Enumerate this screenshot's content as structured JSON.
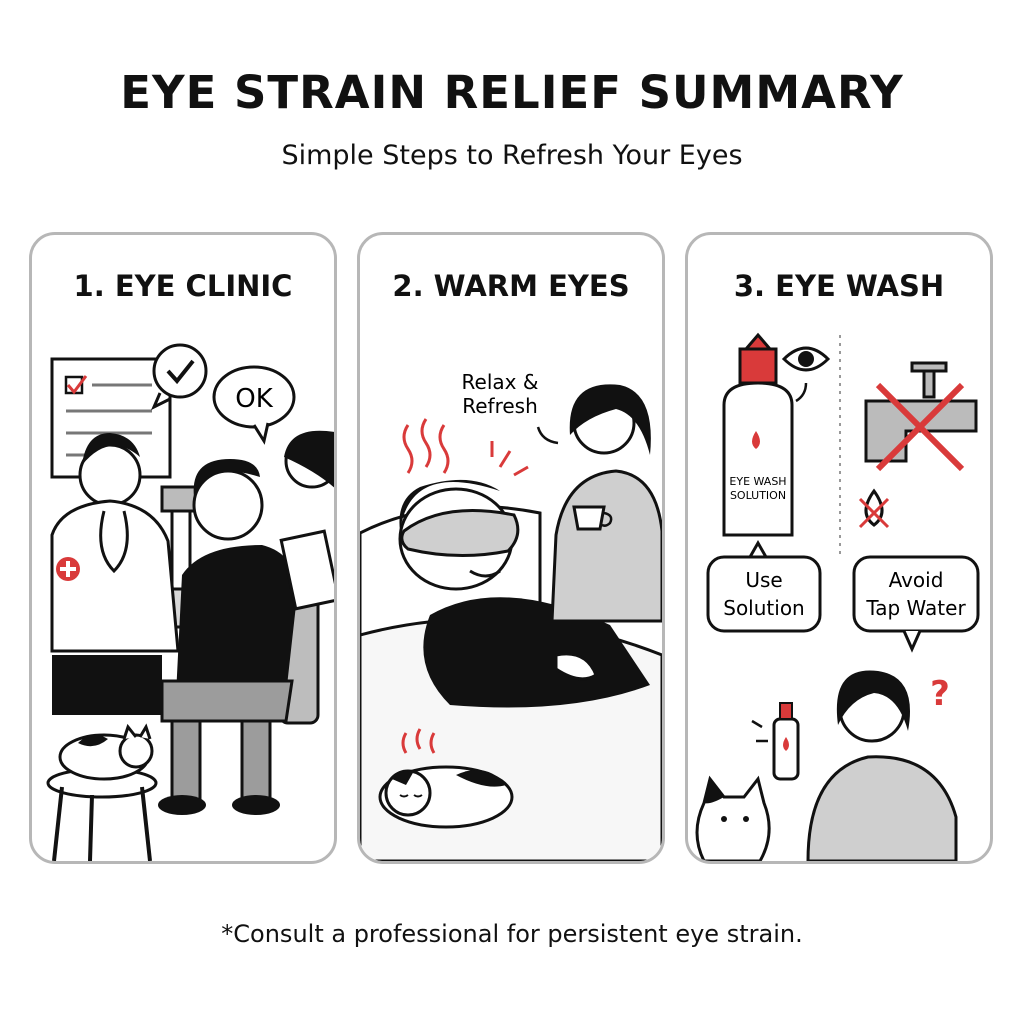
{
  "header": {
    "title": "EYE STRAIN RELIEF SUMMARY",
    "subtitle": "Simple Steps to Refresh Your Eyes"
  },
  "panels": [
    {
      "title": "1. EYE CLINIC",
      "bubble": "OK",
      "icons": [
        "checklist-icon",
        "check-bubble-icon",
        "medical-cross-icon"
      ]
    },
    {
      "title": "2. WARM EYES",
      "caption_line1": "Relax &",
      "caption_line2": "Refresh",
      "icons": [
        "heat-waves-icon",
        "eye-mask-icon",
        "tea-cup-icon"
      ]
    },
    {
      "title": "3. EYE WASH",
      "bottle_label_line1": "EYE WASH",
      "bottle_label_line2": "SOLUTION",
      "use_line1": "Use",
      "use_line2": "Solution",
      "avoid_line1": "Avoid",
      "avoid_line2": "Tap Water",
      "question_mark": "?",
      "icons": [
        "eye-icon",
        "faucet-icon",
        "cross-out-icon",
        "water-drop-icon"
      ]
    }
  ],
  "footnote": "*Consult a professional for persistent eye strain.",
  "colors": {
    "accent_red": "#d93a3a",
    "ink": "#111111",
    "panel_border": "#b7b7b7",
    "shade": "#c9c9c9"
  }
}
